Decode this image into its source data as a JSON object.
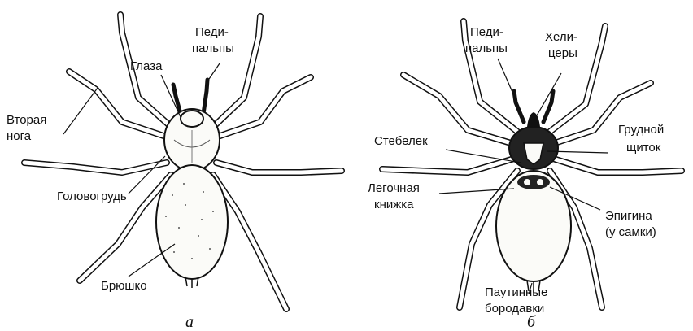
{
  "figure_a": {
    "caption": "а",
    "labels": {
      "second_leg_line1": "Вторая",
      "second_leg_line2": "нога",
      "eyes": "Глаза",
      "pedipalps_line1": "Педи-",
      "pedipalps_line2": "пальпы",
      "cephalothorax": "Головогрудь",
      "abdomen": "Брюшко"
    }
  },
  "figure_b": {
    "caption": "б",
    "labels": {
      "pedipalps_line1": "Педи-",
      "pedipalps_line2": "пальпы",
      "chelicerae_line1": "Хели-",
      "chelicerae_line2": "церы",
      "pedicel": "Стебелек",
      "sternum_line1": "Грудной",
      "sternum_line2": "щиток",
      "book_lung_line1": "Легочная",
      "book_lung_line2": "книжка",
      "epigyne_line1": "Эпигина",
      "epigyne_line2": "(у самки)",
      "spinnerets_line1": "Паутинные",
      "spinnerets_line2": "бородавки"
    }
  }
}
